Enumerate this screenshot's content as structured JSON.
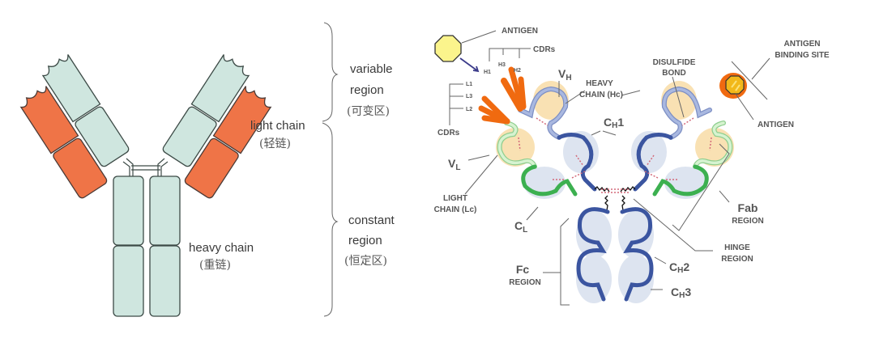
{
  "left_diagram": {
    "variable_region": {
      "line1": "variable",
      "line2": "region",
      "cn": "(可变区)"
    },
    "constant_region": {
      "line1": "constant",
      "line2": "region",
      "cn": "(恒定区)"
    },
    "light_chain": {
      "en": "light chain",
      "cn": "(轻链)"
    },
    "heavy_chain": {
      "en": "heavy chain",
      "cn": "(重链)"
    }
  },
  "right_diagram": {
    "antigen_top": "ANTIGEN",
    "cdrs_top": "CDRs",
    "h1": "H1",
    "h3": "H3",
    "h2": "H2",
    "l1": "L1",
    "l3": "L3",
    "l2": "L2",
    "cdrs_left": "CDRs",
    "vh": {
      "main": "V",
      "sub": "H"
    },
    "heavy_chain": {
      "line1": "HEAVY",
      "line2": "CHAIN (Hc)"
    },
    "disulfide_bond": {
      "line1": "DISULFIDE",
      "line2": "BOND"
    },
    "antigen_binding_site": {
      "line1": "ANTIGEN",
      "line2": "BINDING SITE"
    },
    "antigen_right": "ANTIGEN",
    "ch1": {
      "main": "C",
      "sub": "H",
      "num": "1"
    },
    "vl": {
      "main": "V",
      "sub": "L"
    },
    "light_chain": {
      "line1": "LIGHT",
      "line2": "CHAIN (Lc)"
    },
    "cl": {
      "main": "C",
      "sub": "L"
    },
    "fab_region": {
      "line1": "Fab",
      "line2": "REGION"
    },
    "hinge_region": {
      "line1": "HINGE",
      "line2": "REGION"
    },
    "fc_region": {
      "line1": "Fc",
      "line2": "REGION"
    },
    "ch2": {
      "main": "C",
      "sub": "H",
      "num": "2"
    },
    "ch3": {
      "main": "C",
      "sub": "H",
      "num": "3"
    }
  },
  "colors": {
    "teal": "#cfe6df",
    "orange": "#ef7447",
    "cdr_orange": "#f06a10",
    "heavy_dark": "#3b55a0",
    "heavy_light": "#9fb0dc",
    "light_green": "#3cb050",
    "antigen": "#fbf48c"
  }
}
